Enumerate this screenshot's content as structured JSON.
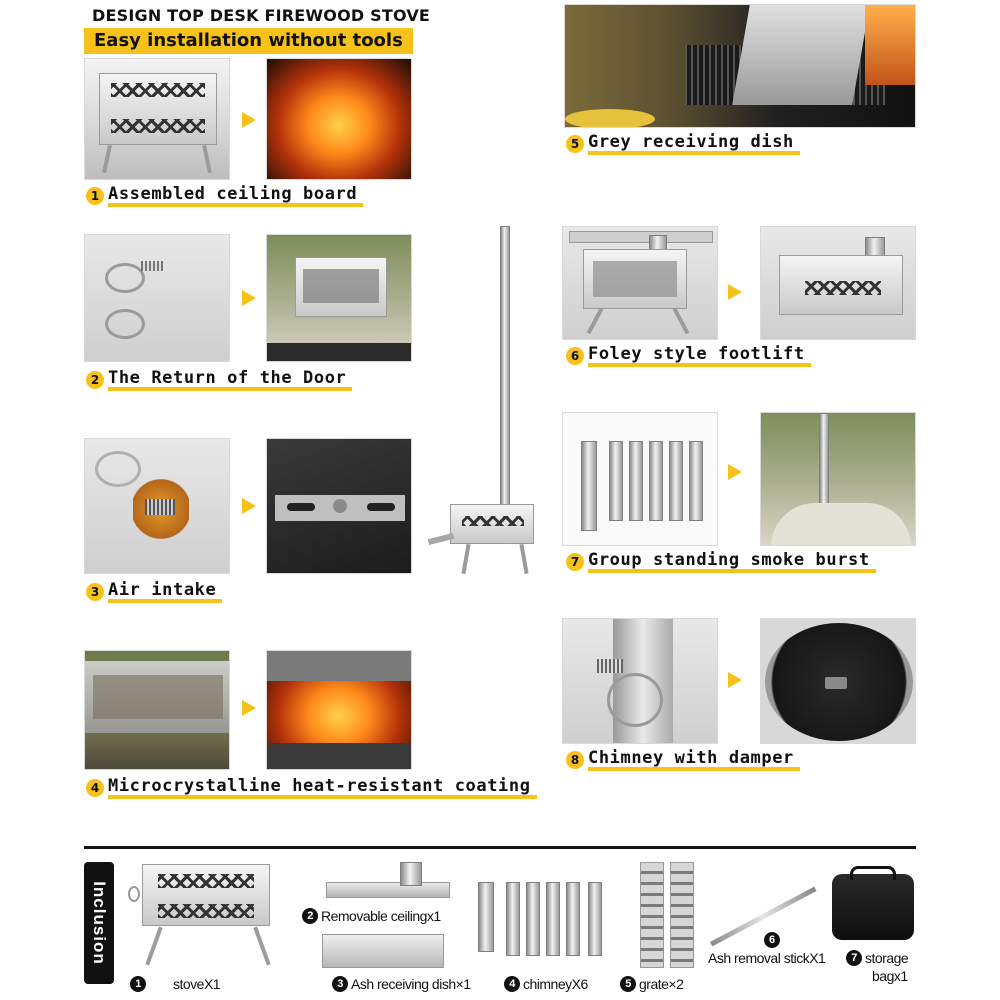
{
  "header": {
    "title": "DESIGN TOP DESK FIREWOOD STOVE",
    "subtitle": "Easy installation without tools"
  },
  "features": [
    {
      "num": "1",
      "label": "Assembled ceiling board"
    },
    {
      "num": "2",
      "label": "The Return of the Door"
    },
    {
      "num": "3",
      "label": "Air intake"
    },
    {
      "num": "4",
      "label": "Microcrystalline heat-resistant coating"
    },
    {
      "num": "5",
      "label": "Grey receiving dish"
    },
    {
      "num": "6",
      "label": "Foley style footlift"
    },
    {
      "num": "7",
      "label": "Group standing smoke burst"
    },
    {
      "num": "8",
      "label": "Chimney with damper"
    }
  ],
  "inclusion": {
    "heading": "Inclusion",
    "items": [
      {
        "num": "1",
        "label": "stoveX1"
      },
      {
        "num": "2",
        "label": "Removable ceilingx1"
      },
      {
        "num": "3",
        "label": "Ash receiving dish×1"
      },
      {
        "num": "4",
        "label": "chimneyX6"
      },
      {
        "num": "5",
        "label": "grate×2"
      },
      {
        "num": "6",
        "label": "Ash removal stickX1"
      },
      {
        "num": "7",
        "label": "storage"
      },
      {
        "num": "7b",
        "label": "bagx1"
      }
    ]
  },
  "colors": {
    "accent": "#f6c21a",
    "text": "#111111",
    "background": "#ffffff"
  }
}
